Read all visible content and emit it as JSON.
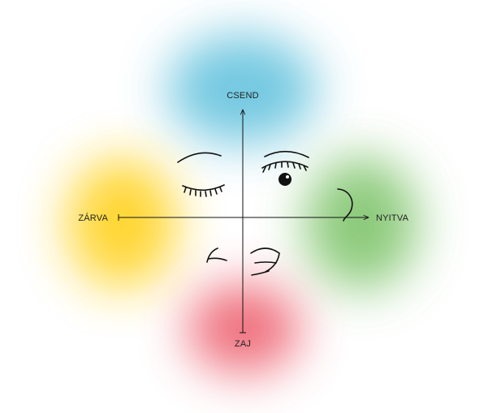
{
  "axes": {
    "top_label": "CSEND",
    "bottom_label": "ZAJ",
    "left_label": "ZÁRVA",
    "right_label": "NYITVA"
  },
  "colors": {
    "top_blob": "#5bbfdc",
    "left_blob": "#ffd21e",
    "right_blob": "#6fbd5a",
    "bottom_blob": "#ea4b5c",
    "ink": "#111111"
  },
  "icons": {
    "top_left": "closed-eye-icon",
    "top_right": "open-eye-icon",
    "right": "ear-icon",
    "bottom": "mouth-icon"
  }
}
